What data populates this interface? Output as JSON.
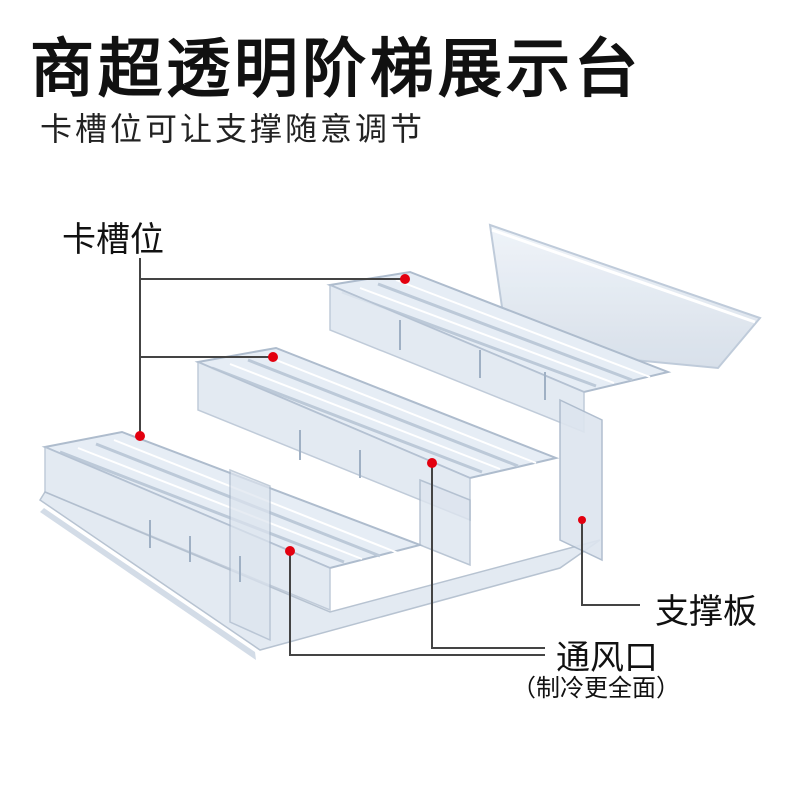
{
  "header": {
    "title": "商超透明阶梯展示台",
    "subtitle": "卡槽位可让支撑随意调节"
  },
  "callouts": {
    "slot_label": "卡槽位",
    "support_label": "支撑板",
    "vent_label": "通风口",
    "vent_note": "（制冷更全面）"
  },
  "colors": {
    "marker": "#e3000f",
    "leader": "#444444",
    "acrylic": "#cfd9e6"
  },
  "illustration": {
    "subject": "transparent acrylic three-tier stair display stand"
  }
}
